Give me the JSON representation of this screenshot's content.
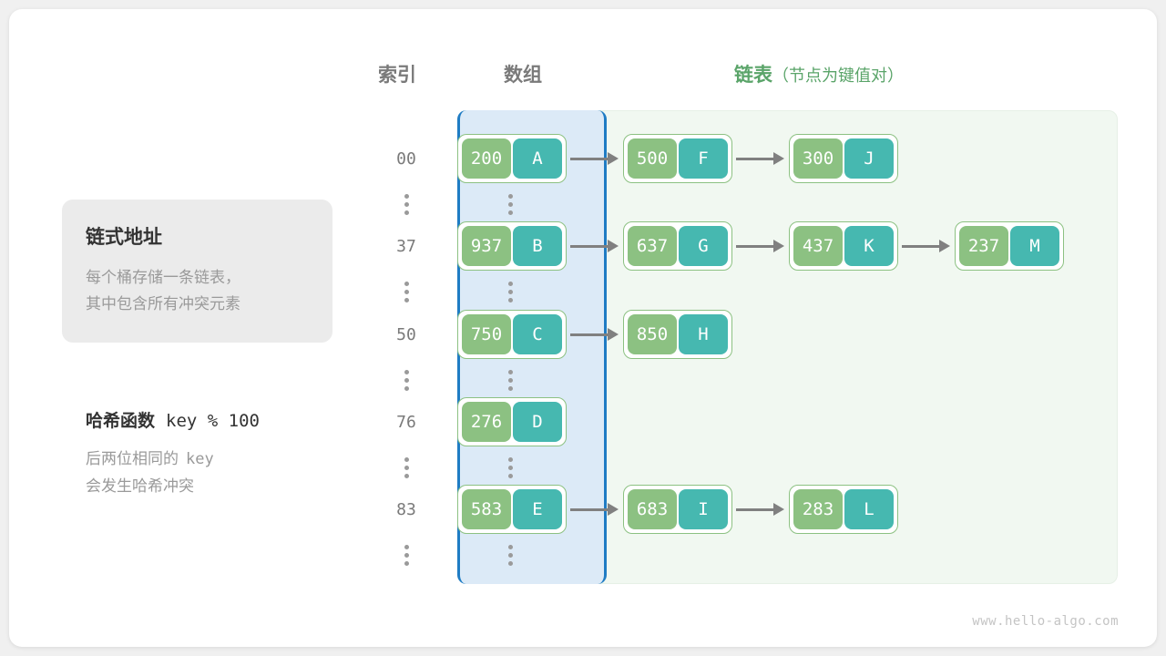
{
  "headers": {
    "index": "索引",
    "array": "数组",
    "list_strong": "链表",
    "list_paren": "（节点为键值对）"
  },
  "info_card": {
    "title": "链式地址",
    "body": "每个桶存储一条链表，\n其中包含所有冲突元素"
  },
  "hash_note": {
    "label": "哈希函数",
    "formula": "key % 100",
    "body_line1": "后两位相同的",
    "body_mono": "key",
    "body_line2": "会发生哈希冲突"
  },
  "colors": {
    "key_box": "#8cc182",
    "value_box": "#46b8b0",
    "array_column_fill": "#dceaf7",
    "array_column_border": "#1f7cc4",
    "list_panel_fill": "#f1f8f1",
    "accent_green": "#5aa469",
    "arrow": "#808080"
  },
  "buckets": [
    {
      "index": "00",
      "nodes": [
        {
          "key": "200",
          "value": "A"
        },
        {
          "key": "500",
          "value": "F"
        },
        {
          "key": "300",
          "value": "J"
        }
      ]
    },
    {
      "index": "37",
      "nodes": [
        {
          "key": "937",
          "value": "B"
        },
        {
          "key": "637",
          "value": "G"
        },
        {
          "key": "437",
          "value": "K"
        },
        {
          "key": "237",
          "value": "M"
        }
      ]
    },
    {
      "index": "50",
      "nodes": [
        {
          "key": "750",
          "value": "C"
        },
        {
          "key": "850",
          "value": "H"
        }
      ]
    },
    {
      "index": "76",
      "nodes": [
        {
          "key": "276",
          "value": "D"
        }
      ]
    },
    {
      "index": "83",
      "nodes": [
        {
          "key": "583",
          "value": "E"
        },
        {
          "key": "683",
          "value": "I"
        },
        {
          "key": "283",
          "value": "L"
        }
      ]
    }
  ],
  "ellipsis_count": 5,
  "watermark": "www.hello-algo.com"
}
